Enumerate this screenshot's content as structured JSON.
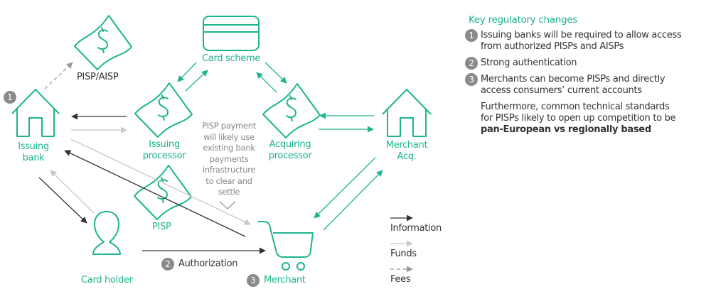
{
  "colors": {
    "accent": "#1db48f",
    "information": "#333333",
    "funds": "#c8c8c8",
    "fees": "#999999",
    "badge": "#8a8a8a",
    "note": "#888888"
  },
  "nodes": {
    "pisp_aisp": {
      "label": "PISP/AISP",
      "icon": "banknote-icon"
    },
    "card_scheme": {
      "label": "Card scheme",
      "icon": "credit-card-icon"
    },
    "issuing_bank": {
      "label_line1": "Issuing",
      "label_line2": "bank",
      "icon": "house-icon",
      "badge": "1"
    },
    "issuing_processor": {
      "label_line1": "Issuing",
      "label_line2": "processor",
      "icon": "banknote-icon"
    },
    "acquiring_processor": {
      "label_line1": "Acquiring",
      "label_line2": "processor",
      "icon": "banknote-icon"
    },
    "merchant_acq": {
      "label_line1": "Merchant",
      "label_line2": "Acq.",
      "icon": "house-icon"
    },
    "pisp": {
      "label": "PISP",
      "icon": "banknote-icon"
    },
    "card_holder": {
      "label": "Card holder",
      "icon": "person-icon"
    },
    "merchant": {
      "label": "Merchant",
      "icon": "shopping-cart-icon",
      "badge": "3"
    }
  },
  "authorization": {
    "badge": "2",
    "label": "Authorization"
  },
  "note": {
    "lines": [
      "PISP payment",
      "will likely use",
      "existing bank",
      "payments",
      "infrastructure",
      "to clear and",
      "settle"
    ]
  },
  "panel": {
    "title": "Key regulatory changes",
    "items": [
      {
        "num": "1",
        "line1": "Issuing banks will be required to allow access",
        "line2": "from authorized PISPs and AISPs"
      },
      {
        "num": "2",
        "line1": "Strong authentication",
        "line2": ""
      },
      {
        "num": "3",
        "line1": "Merchants can become PISPs and directly",
        "line2": "access consumers’ current accounts"
      }
    ],
    "footer_line1": "Furthermore, common technical standards",
    "footer_line2": "for PISPs likely to open up competition to be",
    "footer_bold": "pan-European vs regionally based"
  },
  "legend": [
    {
      "label": "Information",
      "style": "solid-dark"
    },
    {
      "label": "Funds",
      "style": "solid-light"
    },
    {
      "label": "Fees",
      "style": "dashed"
    }
  ]
}
